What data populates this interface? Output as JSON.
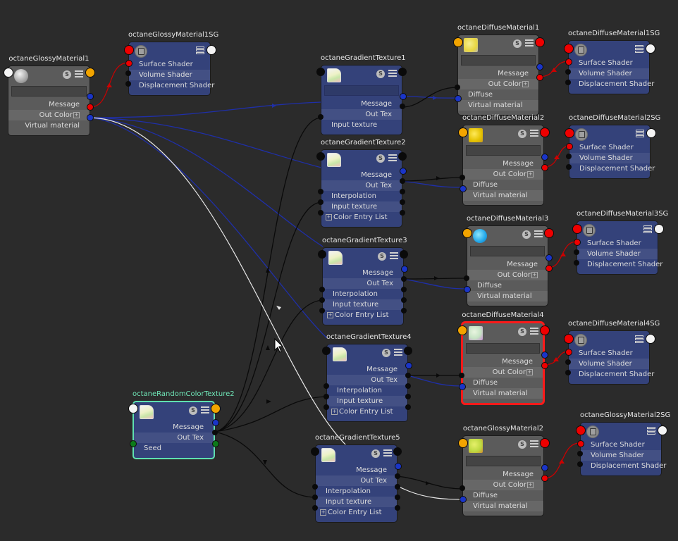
{
  "nodes": {
    "glossy1": {
      "title": "octaneGlossyMaterial1",
      "rows": [
        "Message",
        "Out Color",
        "Virtual material"
      ]
    },
    "glossy1sg": {
      "title": "octaneGlossyMaterial1SG",
      "rows": [
        "Surface Shader",
        "Volume Shader",
        "Displacement Shader"
      ]
    },
    "grad1": {
      "title": "octaneGradientTexture1",
      "rows": [
        "Message",
        "Out Tex",
        "Input texture"
      ]
    },
    "grad2": {
      "title": "octaneGradientTexture2",
      "rows": [
        "Message",
        "Out Tex",
        "Interpolation",
        "Input texture",
        "Color Entry List"
      ]
    },
    "grad3": {
      "title": "octaneGradientTexture3",
      "rows": [
        "Message",
        "Out Tex",
        "Interpolation",
        "Input texture",
        "Color Entry List"
      ]
    },
    "grad4": {
      "title": "octaneGradientTexture4",
      "rows": [
        "Message",
        "Out Tex",
        "Interpolation",
        "Input texture",
        "Color Entry List"
      ]
    },
    "grad5": {
      "title": "octaneGradientTexture5",
      "rows": [
        "Message",
        "Out Tex",
        "Interpolation",
        "Input texture",
        "Color Entry List"
      ]
    },
    "random": {
      "title": "octaneRandomColorTexture2",
      "rows": [
        "Message",
        "Out Tex",
        "Seed"
      ]
    },
    "diff1": {
      "title": "octaneDiffuseMaterial1",
      "rows": [
        "Message",
        "Out Color",
        "Diffuse",
        "Virtual material"
      ]
    },
    "diff2": {
      "title": "octaneDiffuseMaterial2",
      "rows": [
        "Message",
        "Out Color",
        "Diffuse",
        "Virtual material"
      ]
    },
    "diff3": {
      "title": "octaneDiffuseMaterial3",
      "rows": [
        "Message",
        "Out Color",
        "Diffuse",
        "Virtual material"
      ]
    },
    "diff4": {
      "title": "octaneDiffuseMaterial4",
      "rows": [
        "Message",
        "Out Color",
        "Diffuse",
        "Virtual material"
      ]
    },
    "glossy2": {
      "title": "octaneGlossyMaterial2",
      "rows": [
        "Message",
        "Out Color",
        "Diffuse",
        "Virtual material"
      ]
    },
    "diff1sg": {
      "title": "octaneDiffuseMaterial1SG",
      "rows": [
        "Surface Shader",
        "Volume Shader",
        "Displacement Shader"
      ]
    },
    "diff2sg": {
      "title": "octaneDiffuseMaterial2SG",
      "rows": [
        "Surface Shader",
        "Volume Shader",
        "Displacement Shader"
      ]
    },
    "diff3sg": {
      "title": "octaneDiffuseMaterial3SG",
      "rows": [
        "Surface Shader",
        "Volume Shader",
        "Displacement Shader"
      ]
    },
    "diff4sg": {
      "title": "octaneDiffuseMaterial4SG",
      "rows": [
        "Surface Shader",
        "Volume Shader",
        "Displacement Shader"
      ]
    },
    "glossy2sg": {
      "title": "octaneGlossyMaterial2SG",
      "rows": [
        "Surface Shader",
        "Volume Shader",
        "Displacement Shader"
      ]
    }
  },
  "icons": {
    "swatch_button": "S",
    "menu": "hamburger-icon",
    "expand": "+"
  },
  "colors": {
    "background": "#2b2b2b",
    "material_node": "#5b5b5b",
    "texture_node": "#34427a",
    "wire_blue": "#1f2fa8",
    "wire_black": "#0a0a0a",
    "wire_red": "#cc0000",
    "wire_white": "#e8e8e8",
    "selected_red": "#ff1a1a",
    "selected_green": "#5fe0b0"
  }
}
